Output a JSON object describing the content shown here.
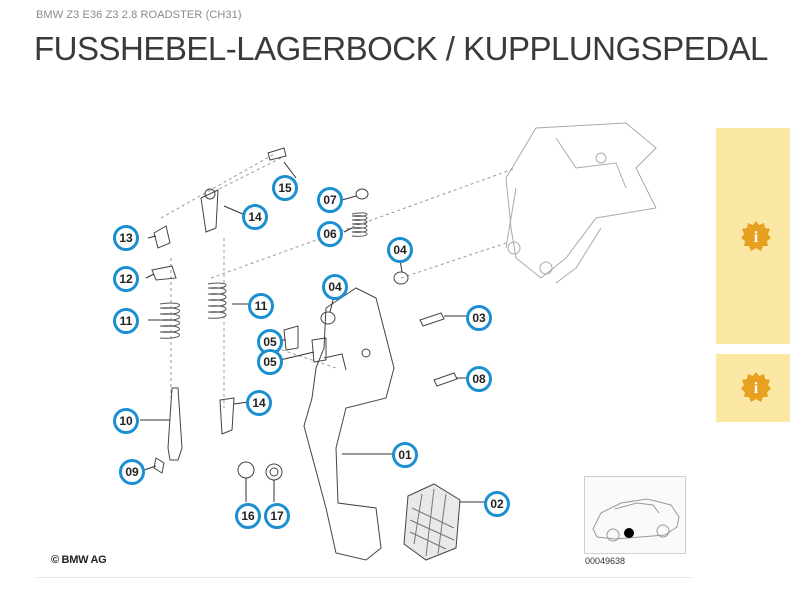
{
  "breadcrumb": "BMW Z3 E36 Z3 2.8 ROADSTER (CH31)",
  "page_title": "FUSSHEBEL-LAGERBOCK / KUPPLUNGSPEDAL",
  "diagram": {
    "copyright": "© BMW AG",
    "diagram_id": "00049638"
  },
  "callouts": {
    "c15": "15",
    "c14a": "14",
    "c13": "13",
    "c12": "12",
    "c11a": "11",
    "c11b": "11",
    "c10": "10",
    "c09": "09",
    "c07": "07",
    "c06": "06",
    "c04a": "04",
    "c04b": "04",
    "c05a": "05",
    "c05b": "05",
    "c03": "03",
    "c08": "08",
    "c14b": "14",
    "c01": "01",
    "c02": "02",
    "c16": "16",
    "c17": "17"
  },
  "colors": {
    "callout_border": "#1b8fd1",
    "panel": "#fbe8a5",
    "info": "#e8a021"
  },
  "icons": {
    "info": "info-icon"
  }
}
